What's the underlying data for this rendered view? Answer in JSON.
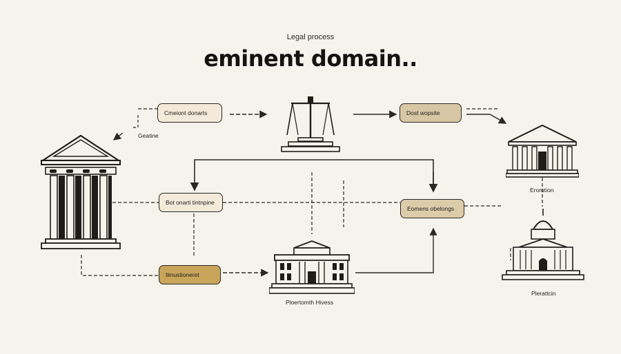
{
  "header": {
    "subtitle": "Legal process",
    "title": "eminent domain.."
  },
  "nodes": {
    "box_top_left": "Cmeiont donarts",
    "box_top_right": "Dost wopsite",
    "box_mid_left": "Bot onarti tintnpine",
    "box_mid_right": "Eomens obelongs",
    "box_bottom_left": "Ilmustioneret"
  },
  "labels": {
    "left_arrow_label": "Geatine",
    "right_upper_building_label": "Erorution",
    "right_lower_building_label": "Plerattcin",
    "center_building_label": "Ploertomth Hivess"
  },
  "colors": {
    "background": "#f6f3ec",
    "box_light": "#f3ead9",
    "box_tan": "#d8c7a4",
    "box_gold": "#c9a55c",
    "line": "#2a2724"
  }
}
